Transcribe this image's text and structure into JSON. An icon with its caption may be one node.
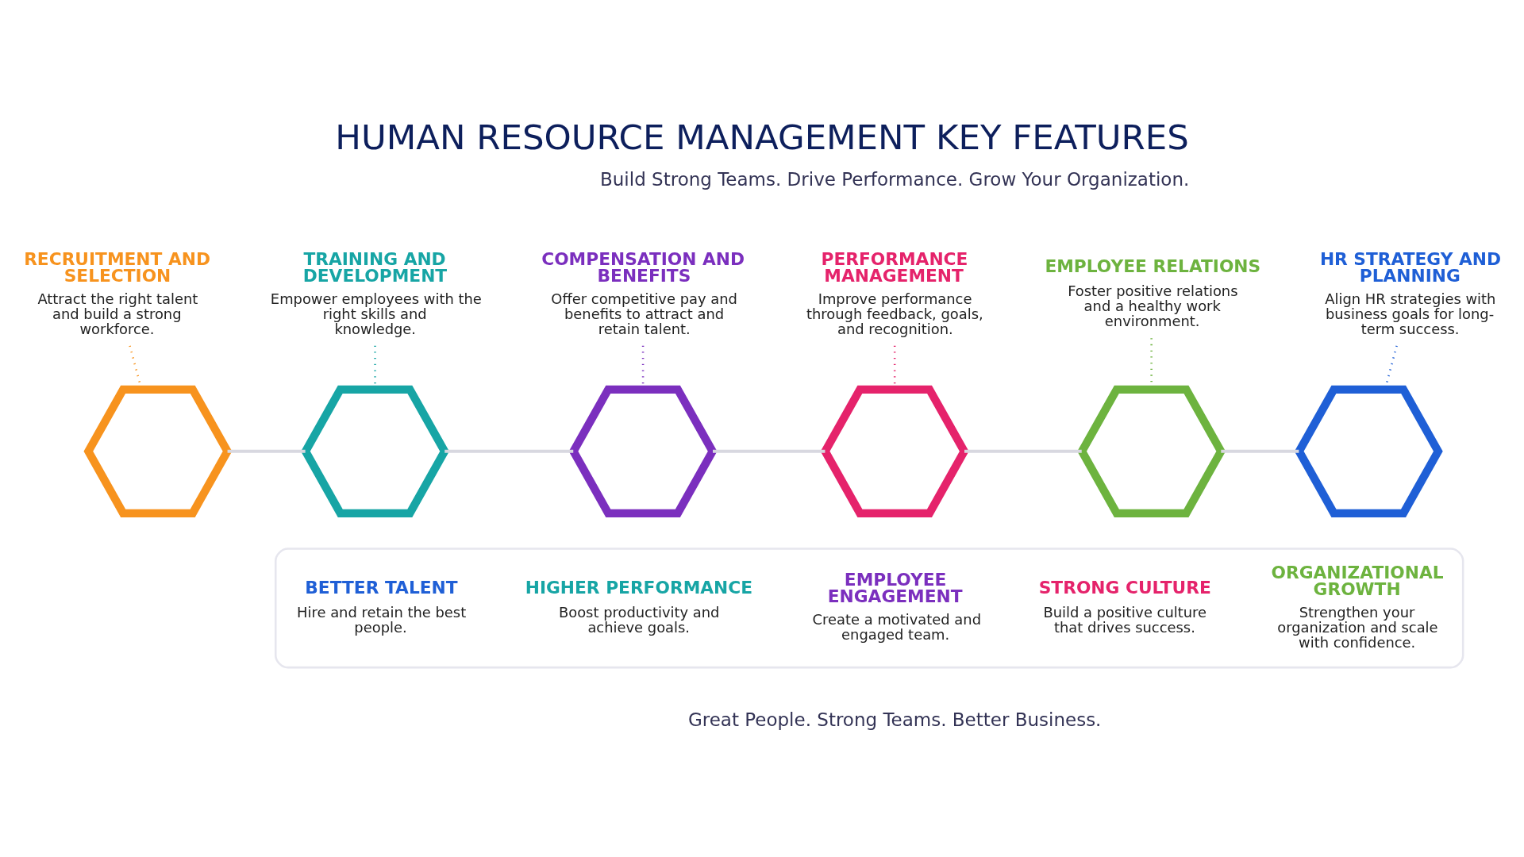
{
  "diagram": {
    "title": "HUMAN RESOURCE MANAGEMENT KEY FEATURES",
    "nodes": [
      {
        "text": [
          "RECRUITMENT AND SELECTION",
          "Attract the right talent and build a strong workforce."
        ]
      },
      {
        "text": [
          "TRAINING AND DEVELOPMENT",
          "Empower employees with the right skills and knowledge."
        ]
      },
      {
        "text": [
          "COMPENSATION AND BENEFITS",
          "Offer competitive pay and benefits to attract and retain talent."
        ]
      },
      {
        "text": [
          "PERFORMANCE MANAGEMENT",
          "Improve performance through feedback, goals, and recognition."
        ]
      },
      {
        "text": [
          "EMPLOYEE RELATIONS",
          "Foster positive relations and a healthy work environment."
        ]
      },
      {
        "text": [
          "HR STRATEGY AND PLANNING",
          "Align HR strategies with business goals for long-term success."
        ]
      },
      {
        "text": [],
        "shape": "hexagon"
      },
      {
        "text": [],
        "shape": "hexagon"
      },
      {
        "text": [],
        "shape": "hexagon"
      },
      {
        "text": [],
        "shape": "hexagon"
      },
      {
        "text": [],
        "shape": "hexagon"
      },
      {
        "text": [],
        "shape": "hexagon"
      },
      {
        "text": [],
        "shape": "box"
      },
      {
        "text": [
          "BETTER TALENT",
          "Hire and retain the best people."
        ],
        "in": 12
      },
      {
        "text": [
          "HIGHER PERFORMANCE",
          "Boost productivity and achieve goals."
        ],
        "in": 12
      },
      {
        "text": [
          "EMPLOYEE ENGAGEMENT",
          "Create a motivated and engaged team."
        ],
        "in": 12
      },
      {
        "text": [
          "STRONG CULTURE",
          "Build a positive culture that drives success."
        ],
        "in": 12
      },
      {
        "text": [
          "ORGANIZATIONAL GROWTH",
          "Strengthen your organization and scale with confidence."
        ],
        "in": 12
      }
    ],
    "edges": [
      {
        "from": 0,
        "to": 6,
        "arrow": "none",
        "style": "dashed",
        "color": "#f7931e"
      },
      {
        "from": 1,
        "to": 7,
        "arrow": "none",
        "style": "dashed",
        "color": "#17a5a5"
      },
      {
        "from": 2,
        "to": 8,
        "arrow": "none",
        "style": "dashed",
        "color": "#7b2fbe"
      },
      {
        "from": 3,
        "to": 9,
        "arrow": "none",
        "style": "dashed",
        "color": "#e5236b"
      },
      {
        "from": 4,
        "to": 10,
        "arrow": "none",
        "style": "dashed",
        "color": "#6db33f"
      },
      {
        "from": 5,
        "to": 11,
        "arrow": "none",
        "style": "dashed",
        "color": "#1f5fd6"
      },
      {
        "from": 6,
        "to": 7,
        "arrow": "none"
      },
      {
        "from": 7,
        "to": 8,
        "arrow": "none"
      },
      {
        "from": 8,
        "to": 9,
        "arrow": "none"
      },
      {
        "from": 9,
        "to": 10,
        "arrow": "none"
      },
      {
        "from": 10,
        "to": 11,
        "arrow": "none"
      }
    ],
    "labels": [
      "Build Strong Teams. Drive Performance. Grow Your Organization.",
      "Great People. Strong Teams. Better Business."
    ]
  }
}
